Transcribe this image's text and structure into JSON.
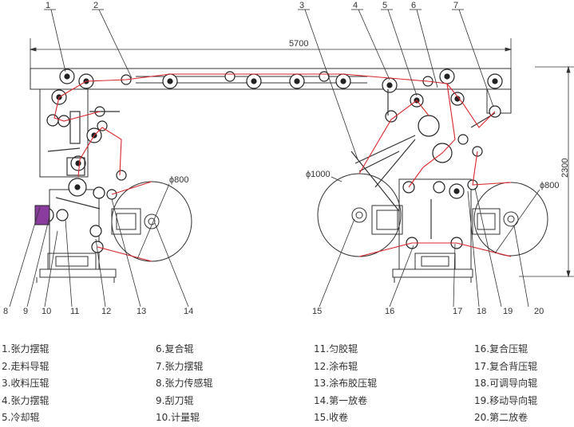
{
  "dimensions": {
    "width_total": "5700",
    "height_total": "2300",
    "d_left_unwind": "ϕ800",
    "d_rewind": "ϕ1000",
    "d_right_unwind": "ϕ800"
  },
  "callouts": [
    "1",
    "2",
    "3",
    "4",
    "5",
    "6",
    "7",
    "8",
    "9",
    "10",
    "11",
    "12",
    "13",
    "14",
    "15",
    "16",
    "17",
    "18",
    "19",
    "20"
  ],
  "legend": {
    "col1": [
      "1.张力摆辊",
      "2.走料导辊",
      "3.收料压辊",
      "4.张力摆辊",
      "5.冷却辊"
    ],
    "col2": [
      "6.复合辊",
      "7.张力摆辊",
      "8.张力传感辊",
      "9.刮刀辊",
      "10.计量辊"
    ],
    "col3": [
      "11.匀胶辊",
      "12.涂布辊",
      "13.涂布胶压辊",
      "14.第一放卷",
      "15.收卷"
    ],
    "col4": [
      "16.复合压辊",
      "17.复合背压辊",
      "18.可调导向辊",
      "19.移动导向辊",
      "20.第二放卷"
    ]
  },
  "colors": {
    "line": "#222222",
    "web": "#d9262c",
    "accent": "#8a3c9e"
  }
}
